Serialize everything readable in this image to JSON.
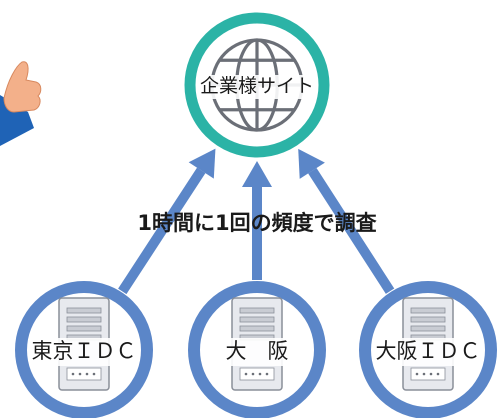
{
  "target": {
    "label": "企業様サイト",
    "ring_color": "#2bb3a6",
    "icon": "globe-icon"
  },
  "caption": "1時間に1回の頻度で調査",
  "sources": [
    {
      "label": "東京ＩＤＣ",
      "icon": "server-icon"
    },
    {
      "label": "大　阪",
      "icon": "server-icon"
    },
    {
      "label": "大阪ＩＤＣ",
      "icon": "server-icon"
    }
  ],
  "colors": {
    "source_ring": "#5b86c8",
    "arrow": "#5b86c8",
    "server_fill": "#e7e9ee",
    "server_stroke": "#8a8f99",
    "globe_stroke": "#6b6f77",
    "hand_skin": "#f3b08a",
    "sleeve": "#1f63b6"
  }
}
